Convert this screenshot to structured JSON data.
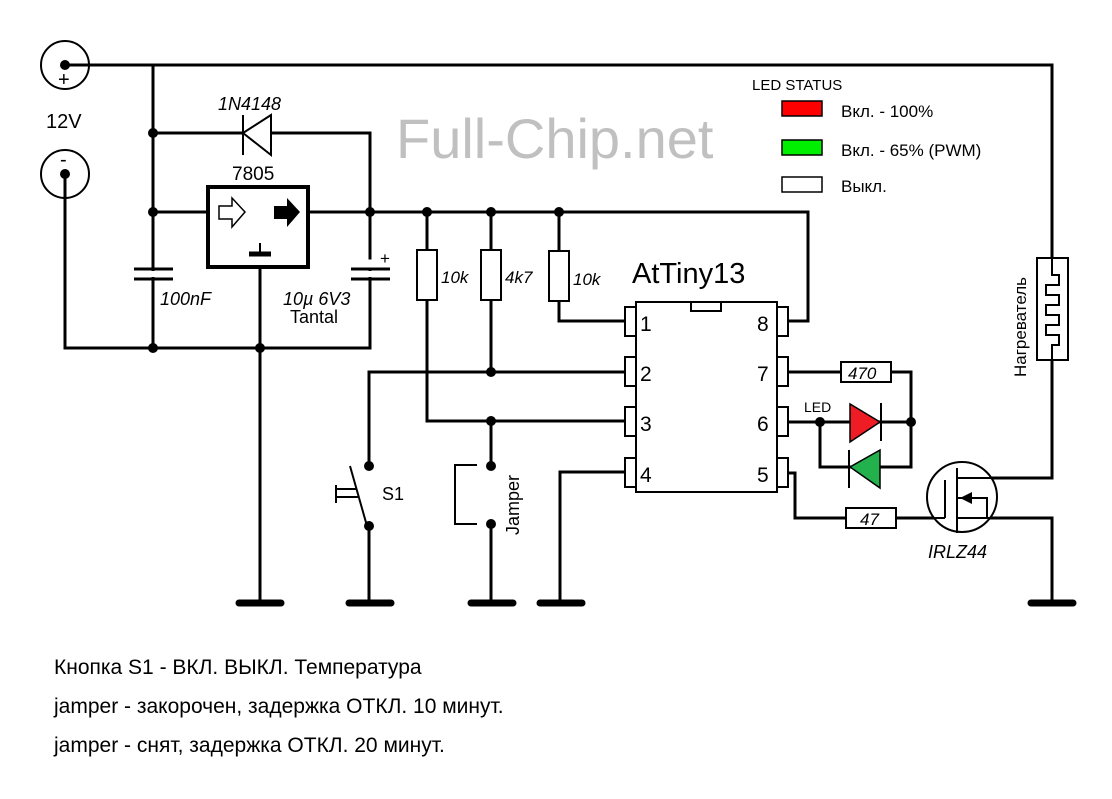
{
  "watermark": "Full-Chip.net",
  "power": {
    "voltage_label": "12V",
    "plus_sign": "+",
    "minus_sign": "-"
  },
  "components": {
    "diode": "1N4148",
    "regulator": "7805",
    "cap_ceramic": "100nF",
    "cap_tantal_value": "10µ 6V3",
    "cap_tantal_type": "Tantal",
    "cap_tantal_polarity": "+",
    "r1": "10k",
    "r2": "4k7",
    "r3": "10k",
    "mcu": "AtTiny13",
    "r_led": "470",
    "r_gate": "47",
    "led_label": "LED",
    "mosfet": "IRLZ44",
    "heater": "Нагреватель",
    "switch": "S1",
    "jumper": "Jamper"
  },
  "mcu_pins": {
    "left": [
      "1",
      "2",
      "3",
      "4"
    ],
    "right": [
      "8",
      "7",
      "6",
      "5"
    ]
  },
  "legend": {
    "title": "LED STATUS",
    "items": [
      {
        "label": "Вкл. - 100%",
        "color": "#ff0000"
      },
      {
        "label": "Вкл. - 65% (PWM)",
        "color": "#00ee00"
      },
      {
        "label": "Выкл.",
        "color": "#ffffff"
      }
    ]
  },
  "colors": {
    "led_red": "#ee1c24",
    "led_green": "#22b14c",
    "watermark": "#c0c0c0"
  },
  "notes": [
    "Кнопка S1 - ВКЛ. ВЫКЛ. Температура",
    "jamper - закорочен, задержка ОТКЛ. 10 минут.",
    "jamper - снят, задержка ОТКЛ. 20 минут."
  ]
}
